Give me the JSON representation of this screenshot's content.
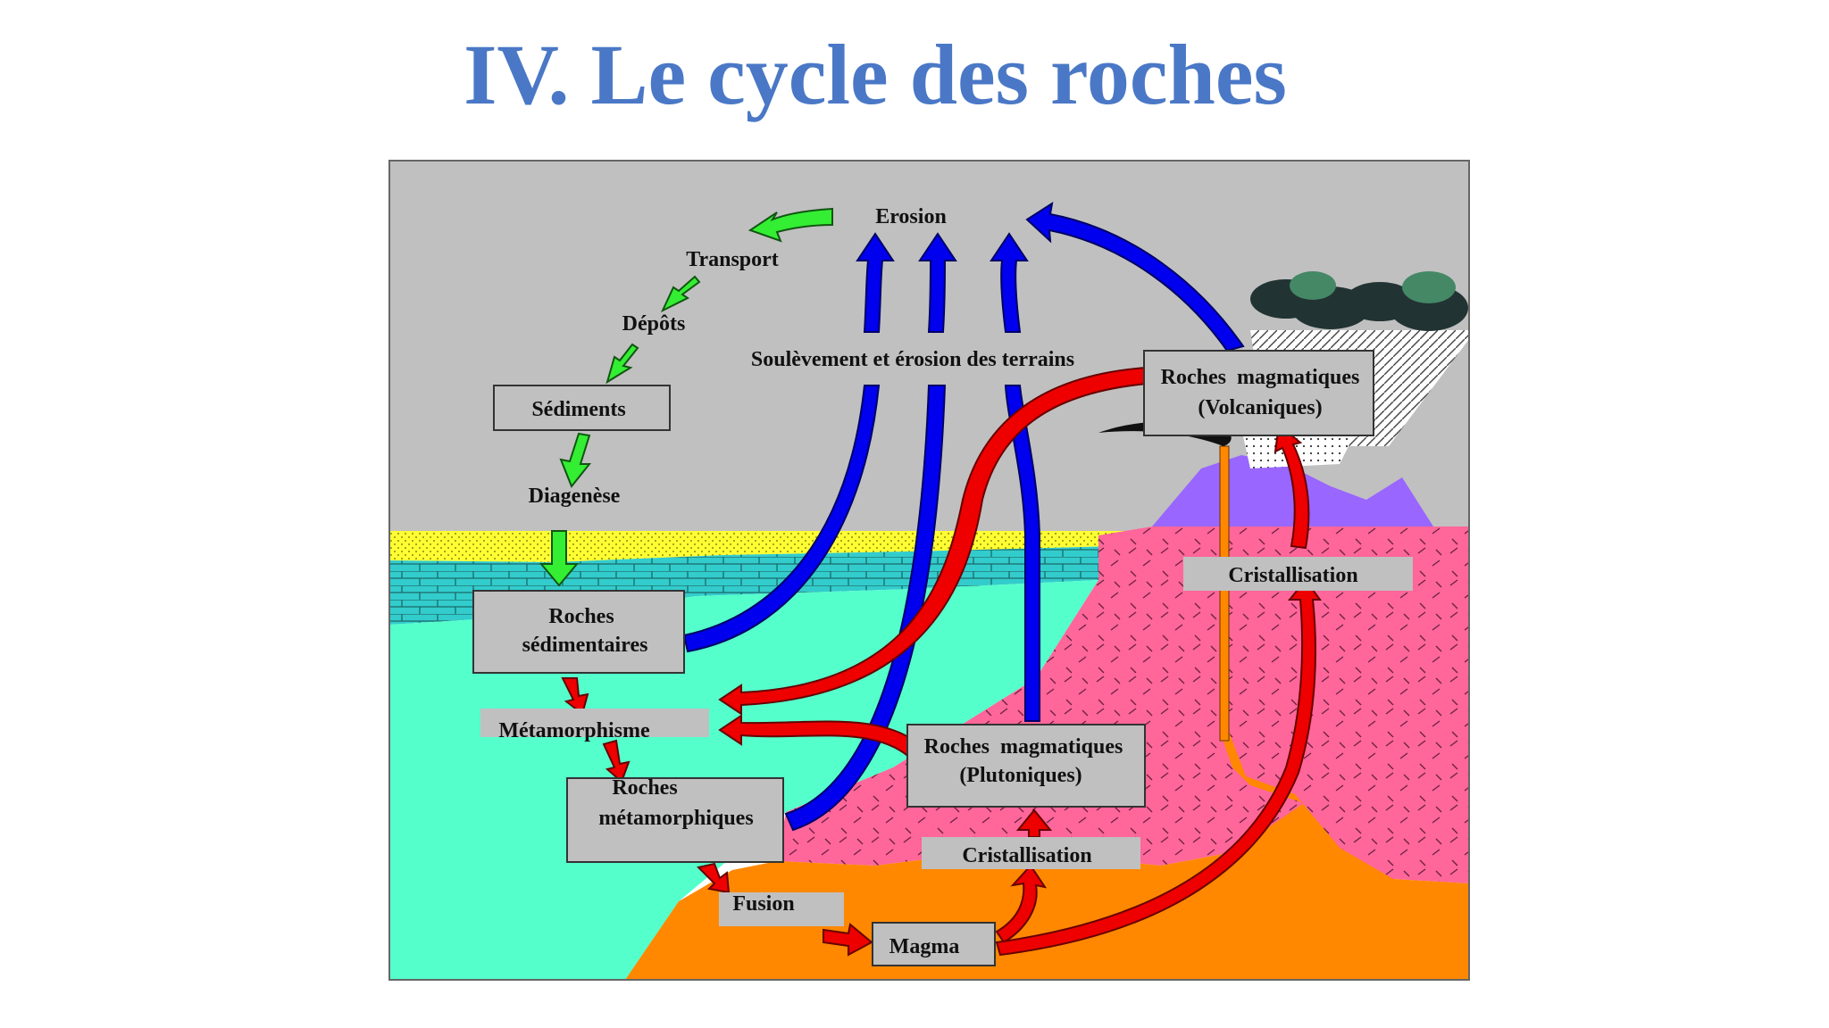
{
  "title": "IV. Le cycle des roches",
  "labels": {
    "erosion": "Erosion",
    "transport": "Transport",
    "depots": "Dépôts",
    "soulevement": "Soulèvement et érosion des terrains",
    "sediments": "Sédiments",
    "diagenese": "Diagenèse",
    "roches_sed_1": "Roches",
    "roches_sed_2": "sédimentaires",
    "metamorphisme": "Métamorphisme",
    "roches_meta_1": "Roches",
    "roches_meta_2": "métamorphiques",
    "fusion": "Fusion",
    "magma": "Magma",
    "cristallisation_bas": "Cristallisation",
    "cristallisation_haut": "Cristallisation",
    "roches_plut_1": "Roches  magmatiques",
    "roches_plut_2": "(Plutoniques)",
    "roches_volc_1": "Roches  magmatiques",
    "roches_volc_2": "(Volcaniques)"
  },
  "colors": {
    "title": "#4a78c6",
    "sky": "#c0c0c0",
    "sand": "#ffff33",
    "limestone": "#33cccc",
    "metamorphic_zone": "#55ffcc",
    "granite": "#ff6699",
    "magma": "#ff8800",
    "volcano": "#9966ff",
    "arrow_sedimentary": "#33ee33",
    "arrow_uplift": "#0000ee",
    "arrow_magmatic": "#ee0000",
    "box": "#c0c0c0"
  }
}
